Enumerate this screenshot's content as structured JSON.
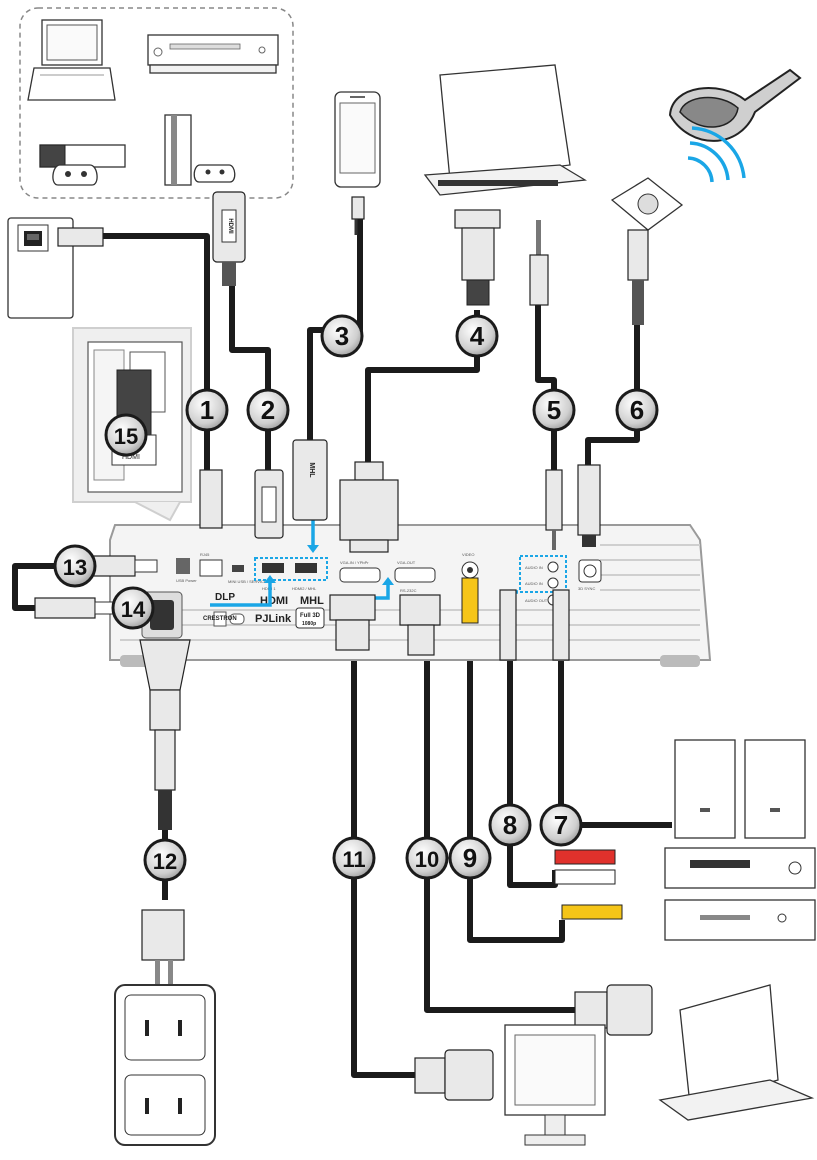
{
  "callouts": [
    {
      "id": "1",
      "label": "1"
    },
    {
      "id": "2",
      "label": "2"
    },
    {
      "id": "3",
      "label": "3"
    },
    {
      "id": "4",
      "label": "4"
    },
    {
      "id": "5",
      "label": "5"
    },
    {
      "id": "6",
      "label": "6"
    },
    {
      "id": "7",
      "label": "7"
    },
    {
      "id": "8",
      "label": "8"
    },
    {
      "id": "9",
      "label": "9"
    },
    {
      "id": "10",
      "label": "10"
    },
    {
      "id": "11",
      "label": "11"
    },
    {
      "id": "12",
      "label": "12"
    },
    {
      "id": "13",
      "label": "13"
    },
    {
      "id": "14",
      "label": "14"
    },
    {
      "id": "15",
      "label": "15"
    }
  ],
  "inset": {
    "port_label": "HDMI"
  },
  "projector_panel": {
    "rj45": "RJ45",
    "service": "MINI USB / SERVICE",
    "hdmi1": "HDMI 1",
    "hdmi2_mhl": "HDMI2 / MHL",
    "vga_in": "VGA-IN / YPbPr",
    "vga_out": "VGA-OUT",
    "video": "VIDEO",
    "rs232": "RS-232C",
    "audio_in_1": "AUDIO IN",
    "audio_in_2": "AUDIO IN",
    "audio_out": "AUDIO OUT",
    "usb_power": "USB Power",
    "sync_3d": "3D SYNC"
  },
  "logos": {
    "dlp": "DLP",
    "hdmi": "HDMI",
    "mhl": "MHL",
    "crestron": "CRESTRON",
    "pjlink": "PJLink",
    "full3d": "Full 3D",
    "full3d_sub": "1080p",
    "hdmi_connector": "HDMI",
    "mhl_connector": "MHL"
  },
  "colors": {
    "cable": "#1b1b1b",
    "wifi": "#1aa6e6",
    "highlight": "#1aa6e6",
    "rca_red": "#e0312c",
    "rca_white": "#ffffff",
    "rca_yellow": "#f5c518",
    "callout_fill": "#d8d8d8"
  }
}
